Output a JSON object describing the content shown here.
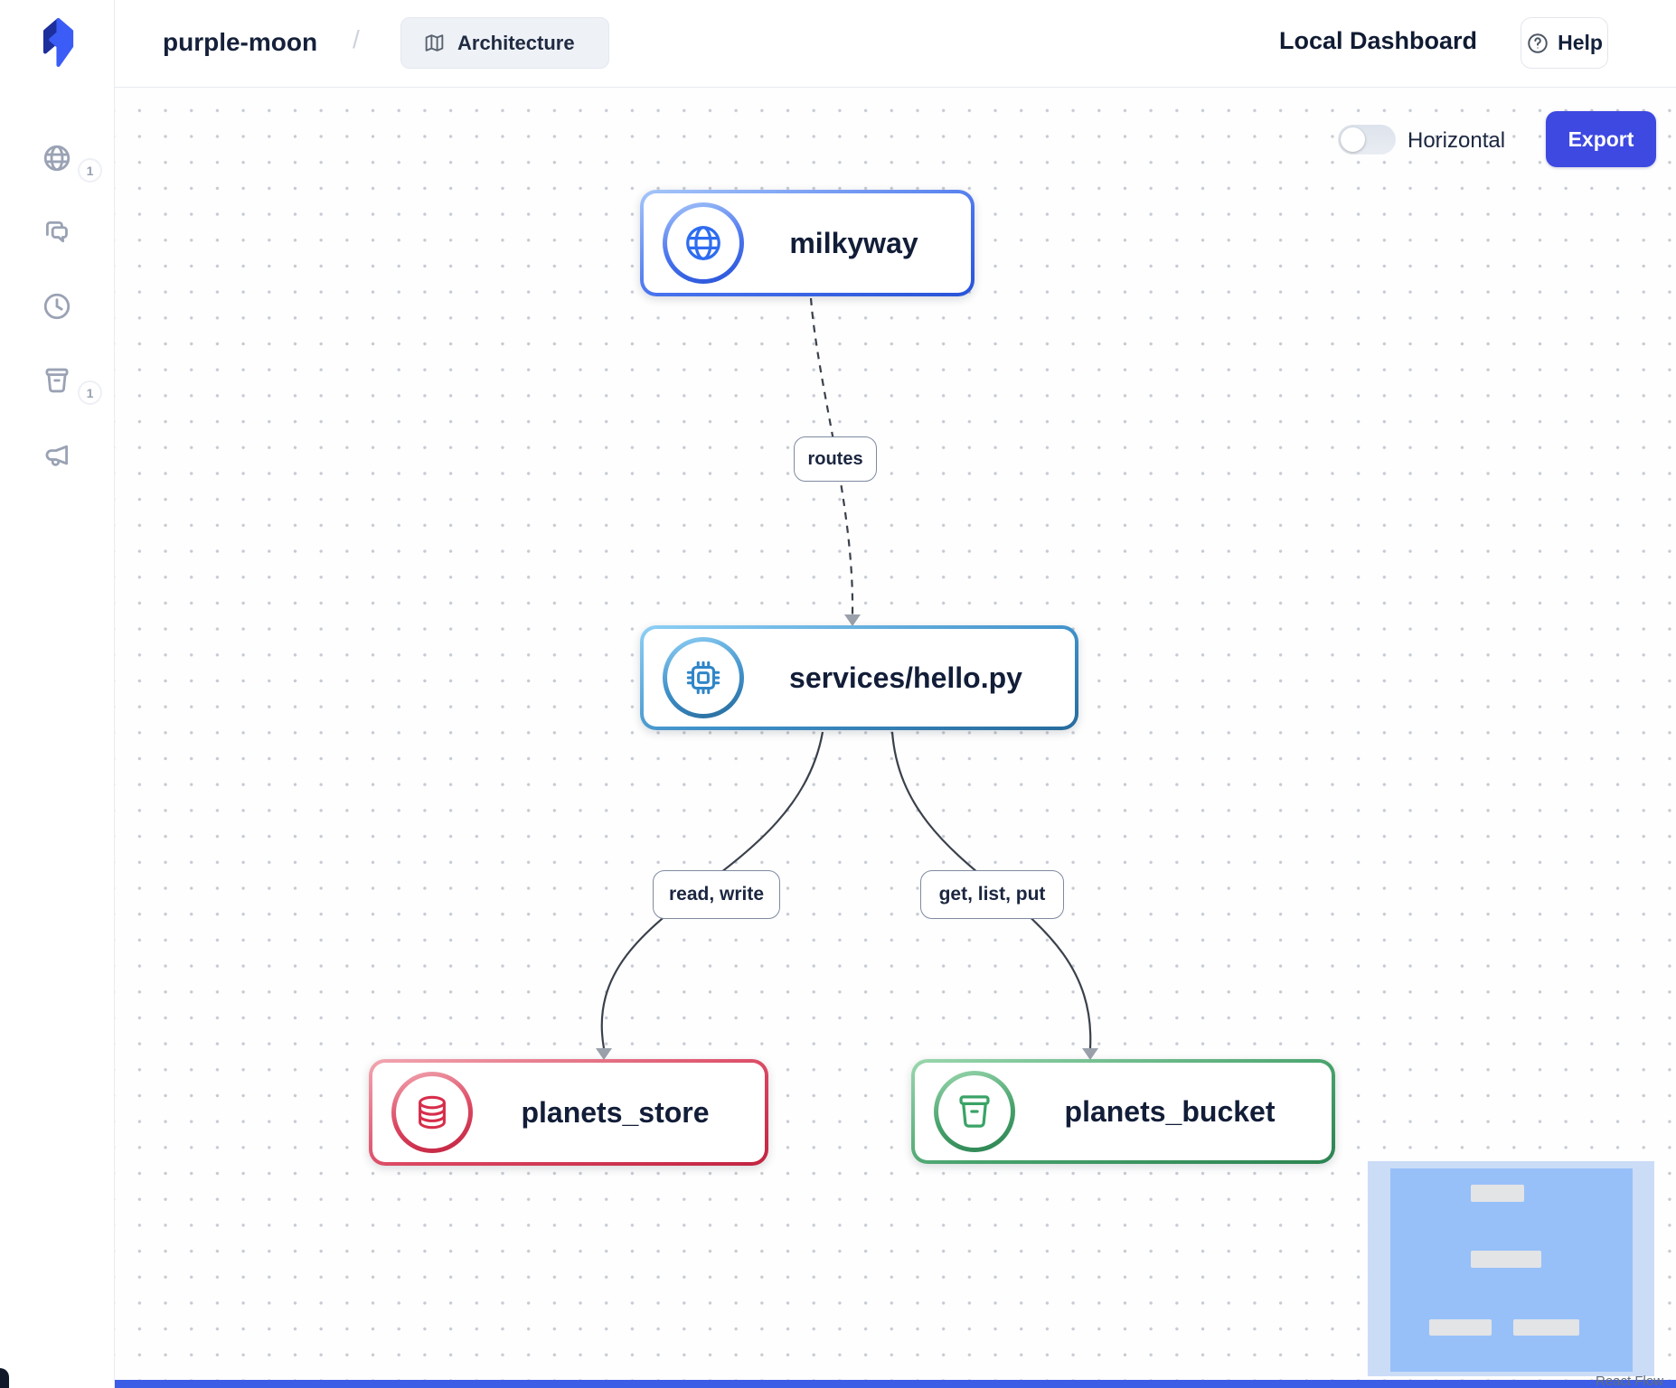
{
  "header": {
    "project_name": "purple-moon",
    "breadcrumb_separator": "/",
    "architecture_tab": "Architecture",
    "dashboard_title": "Local Dashboard",
    "help_label": "Help"
  },
  "sidebar": {
    "items": [
      {
        "icon": "globe-icon",
        "badge": "1"
      },
      {
        "icon": "chat-icon"
      },
      {
        "icon": "clock-icon"
      },
      {
        "icon": "bucket-icon",
        "badge": "1"
      },
      {
        "icon": "megaphone-icon"
      }
    ]
  },
  "toolbar": {
    "orientation_label": "Horizontal",
    "orientation_state": "off",
    "export_label": "Export"
  },
  "diagram": {
    "nodes": [
      {
        "id": "milkyway",
        "label": "milkyway",
        "icon": "globe-icon",
        "accent": "#2b5ce0"
      },
      {
        "id": "services/hello.py",
        "label": "services/hello.py",
        "icon": "cpu-icon",
        "accent": "#3087c6"
      },
      {
        "id": "planets_store",
        "label": "planets_store",
        "icon": "database-icon",
        "accent": "#d02b48"
      },
      {
        "id": "planets_bucket",
        "label": "planets_bucket",
        "icon": "bucket-icon",
        "accent": "#2f8f58"
      }
    ],
    "edges": [
      {
        "source": "milkyway",
        "target": "services/hello.py",
        "label": "routes",
        "style": "dashed"
      },
      {
        "source": "services/hello.py",
        "target": "planets_store",
        "label": "read, write",
        "style": "solid"
      },
      {
        "source": "services/hello.py",
        "target": "planets_bucket",
        "label": "get, list, put",
        "style": "solid"
      }
    ]
  },
  "minimap": {
    "attribution": "React Flow"
  },
  "colors": {
    "export_button": "#3e49e1",
    "edge_stroke": "#3a414c",
    "arrowhead": "#9aa1ab",
    "minimap_bg": "#cbdcf7",
    "minimap_viewport": "#97c0f9"
  }
}
